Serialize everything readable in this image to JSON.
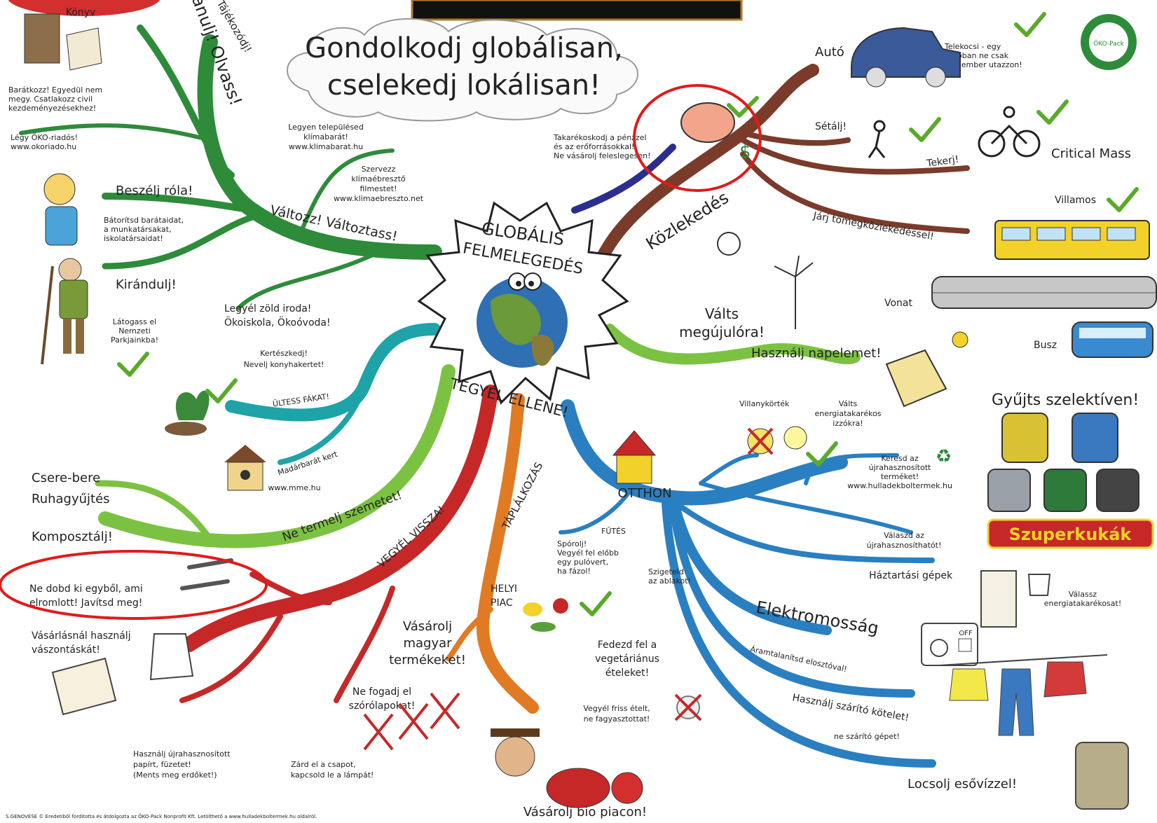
{
  "title": {
    "line1": "Gondolkodj globálisan,",
    "line2": "cselekedj lokálisan!"
  },
  "center": {
    "top": "GLOBÁLIS",
    "mid": "FELMELEGEDÉS",
    "bottom": "TEGYÉL ELLENE!"
  },
  "branches": {
    "valtozz": "Változz! Változtass!",
    "tanulj": "Tanulj! Olvass!",
    "tajekozodj": "Tájékozódj!",
    "kozlekedes": "Közlekedés",
    "valts": "Válts\nmegújulóra!",
    "otthon": "OTTHON",
    "elektromossag": "Elektromosság",
    "vegyel_vissza": "VEGYÉL VISSZA!",
    "taplalkozas": "TÁPLÁLKOZÁS",
    "ne_termelj": "Ne termelj szemetet!"
  },
  "left": {
    "konyv": "Könyv",
    "baratkozz": "Barátkozz! Egyedül nem\nmegy. Csatlakozz civil\nkezdeményezésekhez!",
    "okoriados": "Légy ÖKO-riadós!\nwww.okoriado.hu",
    "beszelj": "Beszélj róla!",
    "batoritsd": "Bátorítsd barátaidat,\na munkatársakat,\niskolatársaidat!",
    "kirandulj": "Kirándulj!",
    "latogass": "Látogass el\nNemzeti\nParkjainkba!",
    "legyen": "Legyen településed\nklímabarát!\nwww.klimabarat.hu",
    "szervezz": "Szervezz\nklímaébresztő\nfilmestet!\nwww.klimaebreszto.net",
    "zold_iroda": "Legyél zöld iroda!\nÖkoiskola, Ökoóvoda!",
    "kerteszkedj": "Kertészkedj!\nNevelj konyhakertet!",
    "ultess": "ÜLTESS FÁKAT!",
    "madarbarat": "Madárbarát kert",
    "mme": "www.mme.hu",
    "csere": "Csere-bere\nRuhagyűjtés",
    "komposztalj": "Komposztálj!",
    "ne_dobd": "Ne dobd ki egyből, ami\nelromlott! Javítsd meg!",
    "vasarlasnal": "Vásárlásnál használj\nvászontáskát!",
    "ne_fogadj": "Ne fogadj el\nszórólapokat!",
    "hasznalj_papirt": "Használj újrahasznosított\npapírt, füzetet!\n(Ments meg erdőket!)",
    "zard_el": "Zárd el a csapot,\nkapcsold le a lámpát!"
  },
  "bottom": {
    "vasarolj_magyar": "Vásárolj\nmagyar\ntermékeket!",
    "helyi_piac": "HELYI\nPIAC",
    "fedezd": "Fedezd fel a\nvegetáriánus\nételeket!",
    "vegyel_friss": "Vegyél friss ételt,\nne fagyasztottat!",
    "bio_piac": "Vásárolj bio piacon!",
    "credit": "S.GENOVESE © Eredetiből fordította és átdolgozta az ÖKO-Pack Nonprofit Kft. Letölthető a www.hulladekboltermek.hu oldalról."
  },
  "right": {
    "takarekoskodj": "Takarékoskodj a pénzzel\nés az erőforrásokkal!\nNe vásárolj feleslegesen!",
    "auto": "Autó",
    "telekocsi": "Telekocsi - egy\nautóban ne csak\negy ember utazzon!",
    "setalj": "Sétálj!",
    "tekerj": "Tekerj!",
    "critical": "Critical Mass",
    "villamos": "Villamos",
    "jarj": "Járj tömegközlekedéssel!",
    "vonat": "Vonat",
    "busz": "Busz",
    "napelem": "Használj napelemet!",
    "gyujts": "Gyűjts szelektíven!",
    "villanykortek": "Villanykörték",
    "valts_egokre": "Válts\nenergiatakarékos\nizzókra!",
    "keresd": "Keresd az\nújrahasznosított\nterméket!\nwww.hulladekboltermek.hu",
    "valaszd": "Válaszd az\nújrahasznosíthatót!",
    "futes": "FŰTÉS",
    "sporolj": "Spórolj!\nVegyél fel előbb\negy pulóvert,\nha fázol!",
    "szigeteld": "Szigeteld\naz ablakot!",
    "haztartasi": "Háztartási gépek",
    "valassz": "Válassz\nenergiatakarékosat!",
    "aramtalanits": "Áramtalanítsd elosztóval!",
    "off": "OFF",
    "szarito": "Használj szárító kötelet!",
    "ne_szarito": "ne szárító gépet!",
    "locsolj": "Locsolj esővízzel!",
    "szuperkukak": "Szuperkukák",
    "logo": "ÖKO-Pack"
  },
  "colors": {
    "green_dark": "#2e8b3a",
    "green_light": "#7cc242",
    "teal": "#1ea3a8",
    "brown": "#7a3b2a",
    "navy": "#2a2f8f",
    "red": "#c62828",
    "orange": "#e07b24",
    "blue": "#2a7fc1",
    "highlight": "#e01b1b"
  }
}
